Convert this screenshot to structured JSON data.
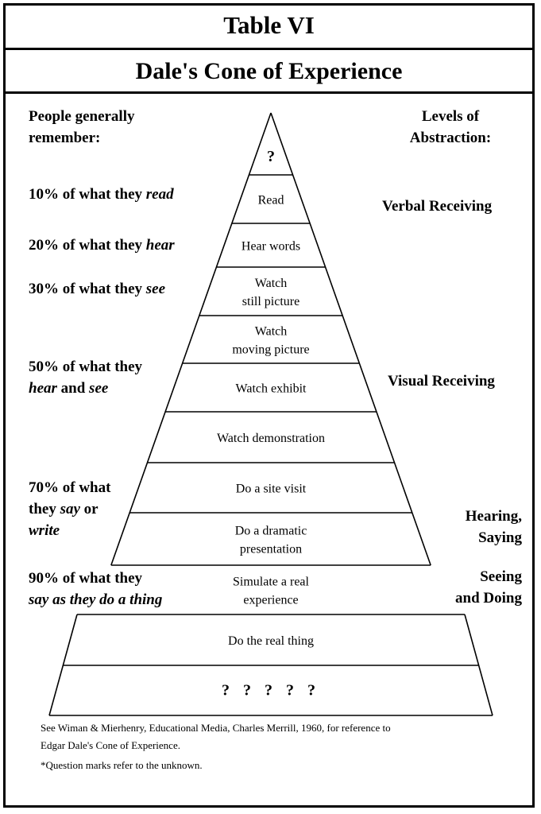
{
  "header": {
    "title": "Table VI",
    "subtitle": "Dale's Cone of Experience"
  },
  "left_header": [
    "People generally",
    "remember:"
  ],
  "right_header": [
    "Levels of",
    "Abstraction:"
  ],
  "cone_segments": [
    {
      "lines": [
        "?"
      ],
      "style": "q"
    },
    {
      "lines": [
        "Read"
      ]
    },
    {
      "lines": [
        "Hear words"
      ]
    },
    {
      "lines": [
        "Watch",
        "still picture"
      ]
    },
    {
      "lines": [
        "Watch",
        "moving picture"
      ]
    },
    {
      "lines": [
        "Watch exhibit"
      ]
    },
    {
      "lines": [
        "Watch demonstration"
      ]
    },
    {
      "lines": [
        "Do a site visit"
      ]
    },
    {
      "lines": [
        "Do a dramatic",
        "presentation"
      ]
    },
    {
      "lines": [
        "Simulate a real",
        "experience"
      ]
    },
    {
      "lines": [
        "Do the real thing"
      ]
    },
    {
      "lines": [
        "? ? ? ? ?"
      ],
      "style": "q"
    }
  ],
  "remember": {
    "read": {
      "pre": "10% of what they ",
      "em": "read"
    },
    "hear": {
      "pre": "20% of what they ",
      "em": "hear"
    },
    "see": {
      "pre": "30% of what they ",
      "em": "see"
    },
    "hear_see": {
      "line1": "50% of what they",
      "em1": "hear",
      "mid": " and ",
      "em2": "see"
    },
    "say_write": {
      "line1": "70% of what",
      "pre2": "they ",
      "em2": "say",
      "post2": " or",
      "em3": "write"
    },
    "say_do": {
      "line1": "90% of what they",
      "em": "say as they do a thing"
    }
  },
  "levels": {
    "verbal": "Verbal Receiving",
    "visual": "Visual Receiving",
    "hearing": [
      "Hearing,",
      "Saying"
    ],
    "seeing": [
      "Seeing",
      "and Doing"
    ]
  },
  "footnote": [
    "See Wiman & Mierhenry, Educational Media, Charles Merrill, 1960, for reference to",
    "Edgar Dale's Cone of Experience.",
    "*Question marks refer to the unknown."
  ]
}
